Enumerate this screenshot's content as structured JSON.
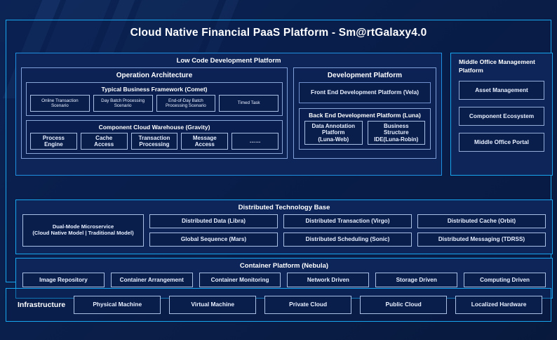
{
  "title": "Cloud Native Financial PaaS Platform - Sm@rtGalaxy4.0",
  "colors": {
    "background": "#0a1f4d",
    "accent_cyan": "#18a7ef",
    "panel_fill": "#0d2559",
    "box_border": "#a9bfe4",
    "text": "#ffffff"
  },
  "low_code": {
    "title": "Low Code Development Platform",
    "operation_architecture": {
      "title": "Operation Architecture",
      "groups": [
        {
          "title": "Typical Business Framework (Comet)",
          "items": [
            "Online Transaction\nScenario",
            "Day Batch Processing\nScenario",
            "End-of-Day Batch\nProcessing Scenario",
            "Timed Task"
          ]
        },
        {
          "title": "Component Cloud Warehouse (Gravity)",
          "items": [
            "Process\nEngine",
            "Cache\nAccess",
            "Transaction\nProcessing",
            "Message\nAccess",
            "……"
          ]
        }
      ]
    },
    "development_platform": {
      "title": "Development Platform",
      "front_end": "Front End Development Platform (Vela)",
      "back_end": {
        "title": "Back End Development Platform (Luna)",
        "items": [
          "Data Annotation\nPlatform\n(Luna-Web)",
          "Business\nStructure\nIDE(Luna-Robin)"
        ]
      }
    }
  },
  "middle_office": {
    "title": "Middle Office Management Platform",
    "items": [
      "Asset Management",
      "Component Ecosystem",
      "Middle Office Portal"
    ]
  },
  "distributed_tech_base": {
    "title": "Distributed Technology Base",
    "highlight": "Dual-Mode Microservice\n(Cloud Native Model | Traditional Model)",
    "column_1": [
      "Distributed Data (Libra)",
      "Global Sequence (Mars)"
    ],
    "column_2": [
      "Distributed Transaction (Virgo)",
      "Distributed Scheduling (Sonic)"
    ],
    "column_3": [
      "Distributed Cache (Orbit)",
      "Distributed Messaging (TDRSS)"
    ]
  },
  "container_platform": {
    "title": "Container Platform (Nebula)",
    "items": [
      "Image Repository",
      "Container Arrangement",
      "Container Monitoring",
      "Network Driven",
      "Storage Driven",
      "Computing Driven"
    ]
  },
  "infrastructure": {
    "label": "Infrastructure",
    "items": [
      "Physical Machine",
      "Virtual Machine",
      "Private Cloud",
      "Public Cloud",
      "Localized Hardware"
    ]
  }
}
